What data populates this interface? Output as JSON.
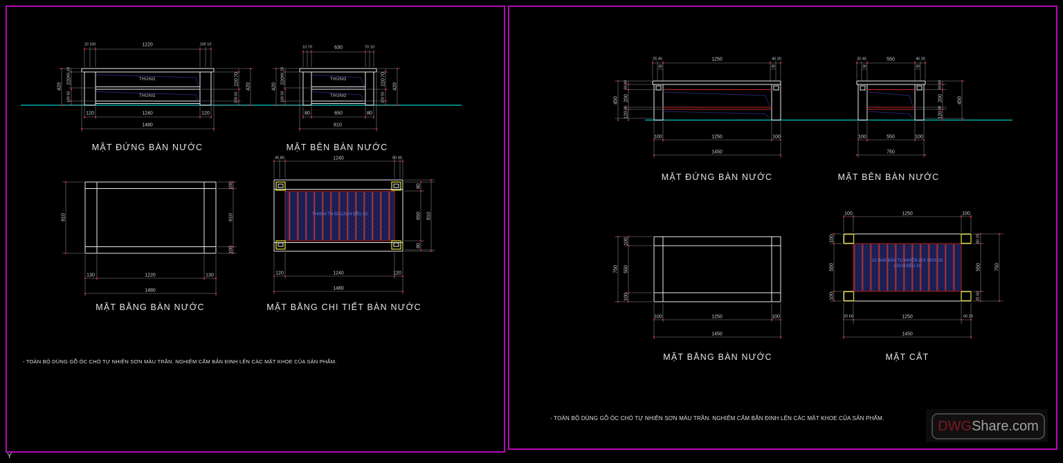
{
  "axis": {
    "y_label": "Y"
  },
  "watermark": {
    "dwg": "DWG",
    "rest": "Share.com"
  },
  "colors": {
    "background": "#000000",
    "frame_magenta": "#b509b5",
    "ground_cyan": "#00a9a9",
    "dim_marker_red": "#cf3030",
    "hatch_navy": "#1c2158",
    "hatch_stripe_red": "#b03030",
    "corner_yellow": "#d8d838"
  },
  "left": {
    "note": "- TOÀN BỘ DÙNG GỖ ÓC CHÓ TỰ NHIÊN SƠN MÀU TRẦN. NGHIÊM CẤM BẮN ĐINH LÊN CÁC MẶT KHOE CỦA SẢN PHẨM.",
    "front": {
      "title": "MẶT ĐỨNG BÀN NƯỚC",
      "thung1": "THÙNG",
      "thung2": "THÙNG",
      "d": {
        "tl": "10 100",
        "tm": "1220",
        "tr": "100 10",
        "bl": "120",
        "bm": "1240",
        "br": "120",
        "bt": "1480",
        "lo": "420",
        "l1": "60 20",
        "l2": "220",
        "l3": "100 50",
        "r1": "70",
        "r2": "220",
        "r3": "100 50",
        "ro": "420"
      }
    },
    "side": {
      "title": "MẶT BÊN BÀN NƯỚC",
      "thung1": "THÙNG",
      "thung2": "THÙNG",
      "d": {
        "tl": "10 70",
        "tm": "630",
        "tr": "70 10",
        "bl": "80",
        "bm": "650",
        "br": "80",
        "bt": "810",
        "lo": "420",
        "l1": "60 20",
        "l2": "220",
        "l3": "100 50",
        "r1": "70",
        "r2": "220",
        "r3": "100 50",
        "ro": "420"
      }
    },
    "plan": {
      "title": "MẶT BẰNG BÀN NƯỚC",
      "d": {
        "lo": "810",
        "r1": "100",
        "r2": "610",
        "r3": "100",
        "bl": "130",
        "bm": "1220",
        "br": "130",
        "bt": "1480"
      }
    },
    "detail": {
      "title": "MẶT BẰNG CHI TIẾT BÀN NƯỚC",
      "hatch_label": "THANH TN 50 CÁCH ĐỀU 20",
      "d": {
        "tl": "40 80",
        "tm": "1240",
        "tr": "80 40",
        "r1": "80",
        "r2": "650",
        "r3": "80",
        "ro": "810",
        "bl": "120",
        "bm": "1240",
        "br": "120",
        "bt": "1480"
      }
    }
  },
  "right": {
    "note": "- TOÀN BỘ DÙNG GỖ ÓC CHÓ TỰ NHIÊN SƠN MÀU TRẦN. NGHIÊM CẤM BẮN ĐINH LÊN CÁC MẶT KHOE CỦA SẢN PHẨM.",
    "front": {
      "title": "MẶT ĐỨNG BÀN NƯỚC",
      "d": {
        "tl": "25 45",
        "tm": "1250",
        "tr": "45 25",
        "t30a": "30",
        "t30b": "30",
        "l1": "40",
        "l2": "60",
        "l3": "200",
        "l4": "30",
        "l5": "120",
        "lo": "450",
        "bl": "100",
        "bm": "1250",
        "br": "100",
        "bt": "1450"
      }
    },
    "side": {
      "title": "MẶT BÊN BÀN NƯỚC",
      "d": {
        "tl": "25 45",
        "tm": "550",
        "tr": "45 25",
        "t30a": "30",
        "t30b": "30",
        "r1": "40",
        "r2": "60",
        "r3": "200",
        "r4": "30",
        "r5": "120",
        "ro": "450",
        "bl": "100",
        "bm": "550",
        "br": "100",
        "bt": "750"
      }
    },
    "plan": {
      "title": "MẶT BẰNG BÀN NƯỚC",
      "d": {
        "l1": "100",
        "l2": "550",
        "l3": "100",
        "lo": "750",
        "bl": "100",
        "bm": "1250",
        "br": "100",
        "bt": "1450"
      }
    },
    "section": {
      "title": "MẶT CẮT",
      "hatch_label1": "12 NAN BẢN TỰ NHIÊN 80X 550X 20",
      "hatch_label2": "CÁCH ĐỀU 20",
      "d": {
        "tl": "100",
        "tm": "1250",
        "tr": "100",
        "l1": "100",
        "l2": "550",
        "l3": "100",
        "r1": "60 20",
        "r2": "550",
        "r3": "20 60",
        "ro": "750",
        "bl": "20 60",
        "bm": "1250",
        "br": "60 20",
        "bt": "1450"
      }
    }
  }
}
